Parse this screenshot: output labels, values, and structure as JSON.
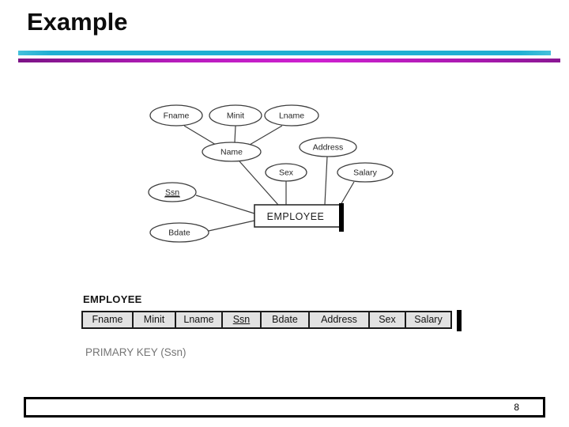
{
  "slide": {
    "title": "Example",
    "page_number": "8"
  },
  "colors": {
    "rule_cyan": "#1fafd3",
    "rule_magenta_dark": "#7c1486",
    "rule_magenta_bright": "#cf20d0",
    "table_cell_bg": "#e2e2e2",
    "primary_key_text": "#757575"
  },
  "er_diagram": {
    "entity_label": "EMPLOYEE",
    "attributes": [
      {
        "label": "Fname",
        "is_key": false
      },
      {
        "label": "Minit",
        "is_key": false
      },
      {
        "label": "Lname",
        "is_key": false
      },
      {
        "label": "Name",
        "is_key": false
      },
      {
        "label": "Address",
        "is_key": false
      },
      {
        "label": "Sex",
        "is_key": false
      },
      {
        "label": "Salary",
        "is_key": false
      },
      {
        "label": "Ssn",
        "is_key": true
      },
      {
        "label": "Bdate",
        "is_key": false
      }
    ]
  },
  "relation": {
    "name": "EMPLOYEE",
    "columns": [
      {
        "label": "Fname",
        "is_key": false
      },
      {
        "label": "Minit",
        "is_key": false
      },
      {
        "label": "Lname",
        "is_key": false
      },
      {
        "label": "Ssn",
        "is_key": true
      },
      {
        "label": "Bdate",
        "is_key": false
      },
      {
        "label": "Address",
        "is_key": false
      },
      {
        "label": "Sex",
        "is_key": false
      },
      {
        "label": "Salary",
        "is_key": false
      }
    ],
    "primary_key_note": "PRIMARY KEY (Ssn)"
  }
}
